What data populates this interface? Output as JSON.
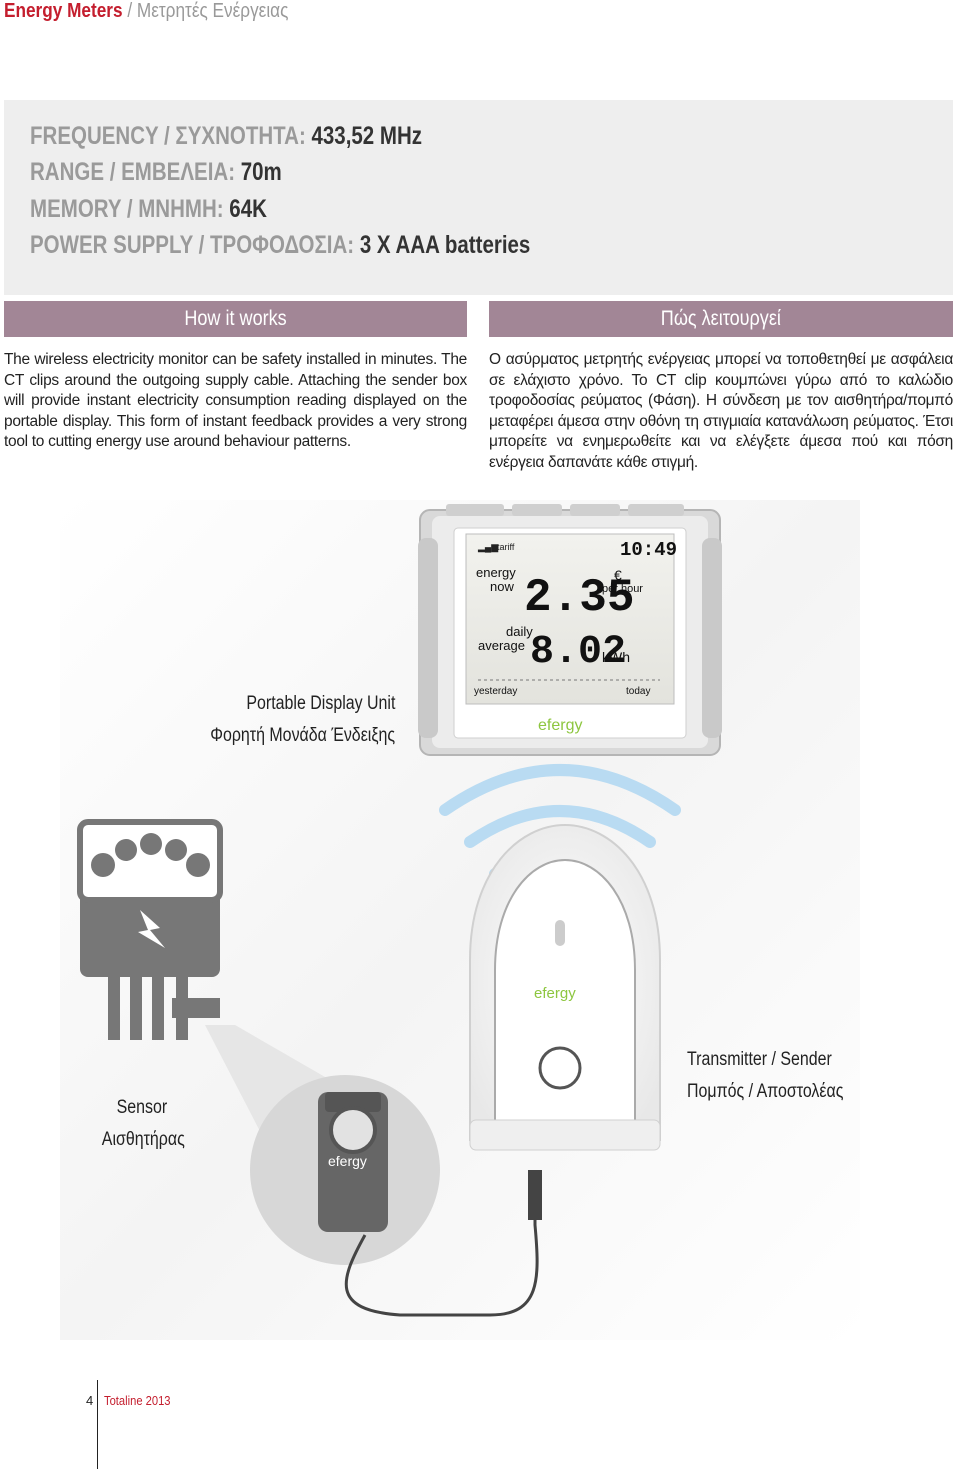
{
  "header": {
    "title_main": "Energy Meters",
    "title_sep": " / ",
    "title_greek": "Μετρητές Ενέργειας"
  },
  "specs": [
    {
      "label": "FREQUENCY / ΣΥΧΝΟΤΗΤΑ:",
      "value": "433,52 MHz"
    },
    {
      "label": "RANGE / ΕΜΒΕΛΕΙΑ:",
      "value": "70m"
    },
    {
      "label": "MEMORY / ΜΝΗΜΗ:",
      "value": "64K"
    },
    {
      "label": "POWER SUPPLY / ΤΡΟΦΟΔΟΣΙΑ:",
      "value": "3 X AAA batteries"
    }
  ],
  "sections": {
    "english": {
      "heading": "How it works",
      "text": "The wireless electricity monitor can be safety installed in minutes. The CT clips around the outgoing supply cable. Attaching the sender box will provide instant electricity consumption reading displayed on the portable display. This form of instant feedback provides a very strong tool to cutting energy use around behaviour patterns."
    },
    "greek": {
      "heading": "Πώς λειτουργεί",
      "text": "Ο ασύρματος μετρητής ενέργειας μπορεί να τοποθετηθεί με ασφάλεια σε ελάχιστο χρόνο. Το CT clip κουμπώνει γύρω από το καλώδιο τροφοδοσίας ρεύματος (Φάση). Η σύνδεση με τον αισθητήρα/πομπό μεταφέρει άμεσα στην οθόνη τη στιγμιαία κατανάλωση ρεύματος. Έτσι μπορείτε να ενημερωθείτε και να ελέγξετε άμεσα πού και πόση ενέργεια δαπανάτε κάθε στιγμή."
    }
  },
  "display": {
    "tariff": "tariff",
    "time": "10:49",
    "energy_label_1": "energy",
    "energy_label_2": "now",
    "energy_value": "2.35",
    "currency": "€",
    "per_hour": "per hour",
    "daily_label_1": "daily",
    "daily_label_2": "average",
    "daily_value": "8.02",
    "kwh": "kWh",
    "yesterday": "yesterday",
    "today": "today",
    "brand": "efergy"
  },
  "diagram_labels": {
    "display_en": "Portable Display Unit",
    "display_gr": "Φορητή Μονάδα Ένδειξης",
    "sensor_en": "Sensor",
    "sensor_gr": "Αισθητήρας",
    "sender_en": "Transmitter / Sender",
    "sender_gr": "Πομπός / Αποστολέας",
    "sender_brand": "efergy",
    "clip_brand": "efergy"
  },
  "footer": {
    "page": "4",
    "publication": "Totaline 2013"
  },
  "colors": {
    "accent_red": "#c41e2e",
    "header_bar": "#a28696",
    "spec_bg": "#eeeeee",
    "brand_green": "#8dc63f"
  }
}
